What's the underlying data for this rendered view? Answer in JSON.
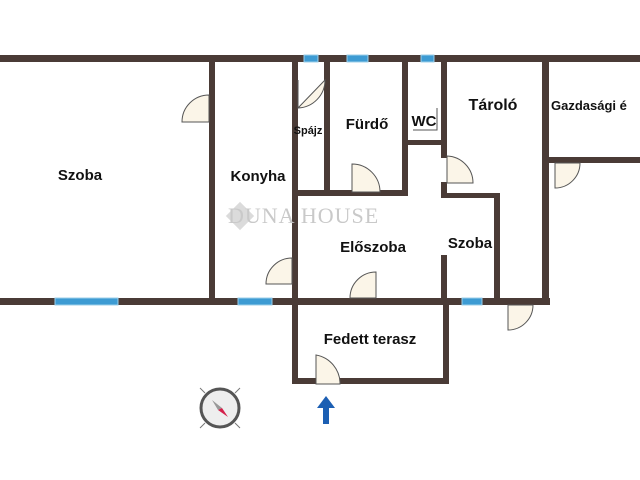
{
  "colors": {
    "wall": "#4a3b36",
    "window": "#3d9bd3",
    "door": "#fbf5e8",
    "arrow": "#1c5fb3"
  },
  "rooms": {
    "szoba_left": "Szoba",
    "konyha": "Konyha",
    "spajz": "Spájz",
    "furdo": "Fürdő",
    "wc": "WC",
    "tarolo": "Tároló",
    "gazdasagi": "Gazdasági é",
    "eloszoba": "Előszoba",
    "szoba_right": "Szoba",
    "terasz": "Fedett terasz"
  },
  "watermark": "DUNA HOUSE",
  "icons": [
    "compass-icon",
    "north-arrow-icon",
    "duna-house-logo"
  ]
}
